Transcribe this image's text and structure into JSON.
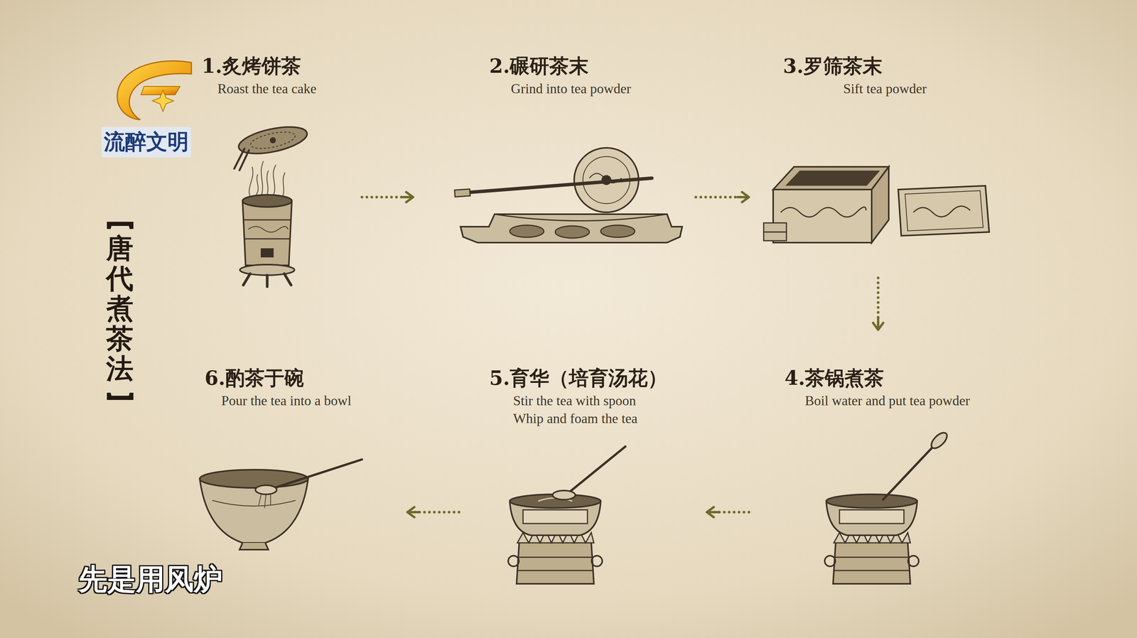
{
  "diagram": {
    "title": "唐代煮茶法",
    "nodes": [
      {
        "text": [
          "1.炙烤饼茶",
          "Roast the tea cake"
        ]
      },
      {
        "text": [
          "2.碾研茶末",
          "Grind into tea powder"
        ]
      },
      {
        "text": [
          "3.罗筛茶末",
          "Sift tea powder"
        ]
      },
      {
        "text": [
          "4.茶锅煮茶",
          "Boil water and put tea powder"
        ]
      },
      {
        "text": [
          "5.育华（培育汤花）",
          "Stir the tea with spoon Whip and foam the tea"
        ]
      },
      {
        "text": [
          "6.酌茶于碗",
          "Pour the tea into a bowl"
        ]
      }
    ],
    "edges": [
      {
        "from": 0,
        "to": 1,
        "arrow": "to"
      },
      {
        "from": 1,
        "to": 2,
        "arrow": "to"
      },
      {
        "from": 2,
        "to": 3,
        "arrow": "to"
      },
      {
        "from": 3,
        "to": 4,
        "arrow": "to"
      },
      {
        "from": 4,
        "to": 5,
        "arrow": "to"
      }
    ],
    "labels": [
      "流醉文明",
      "先是用风炉"
    ]
  }
}
